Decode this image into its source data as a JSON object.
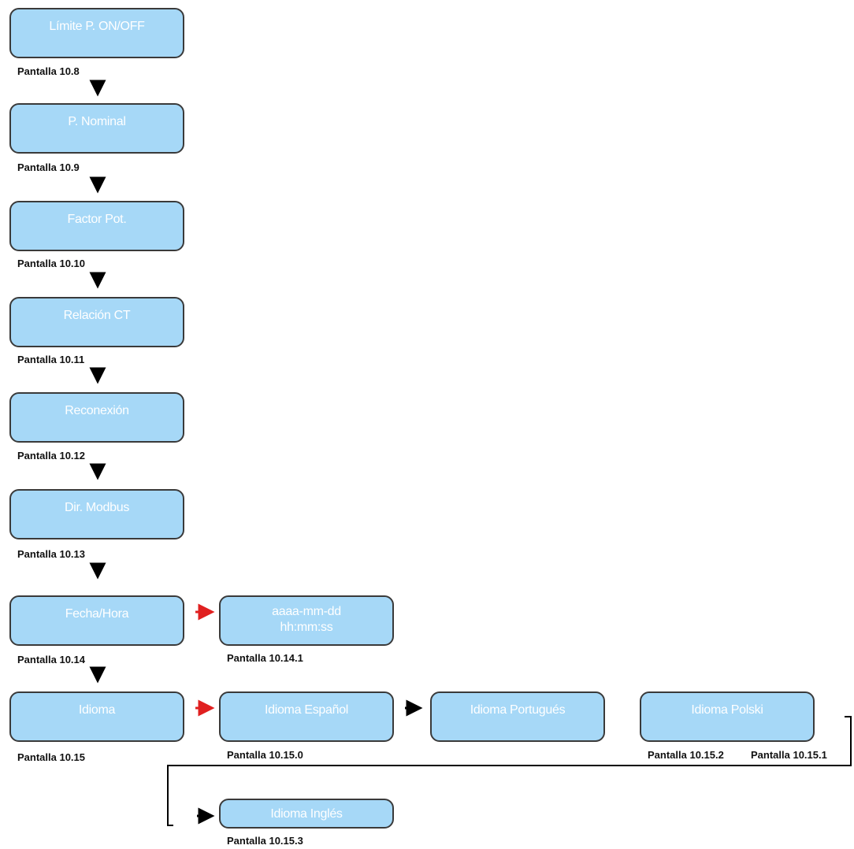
{
  "screens": {
    "limite": {
      "title": "Límite P. ON/OFF",
      "caption": "Pantalla 10.8"
    },
    "nominal": {
      "title": "P. Nominal",
      "caption": "Pantalla 10.9"
    },
    "factor": {
      "title": "Factor Pot.",
      "caption": "Pantalla 10.10"
    },
    "relacion": {
      "title": "Relación CT",
      "caption": "Pantalla 10.11"
    },
    "reconexion": {
      "title": "Reconexión",
      "caption": "Pantalla 10.12"
    },
    "modbus": {
      "title": "Dir. Modbus",
      "caption": "Pantalla 10.13"
    },
    "fecha": {
      "title": "Fecha/Hora",
      "caption": "Pantalla 10.14"
    },
    "fecha_edit": {
      "line1": "aaaa-mm-dd",
      "line2": "hh:mm:ss",
      "caption": "Pantalla 10.14.1"
    },
    "idioma": {
      "title": "Idioma",
      "caption": "Pantalla 10.15"
    },
    "espanol": {
      "title": "Idioma Español",
      "caption": "Pantalla 10.15.0"
    },
    "portugues": {
      "title": "Idioma Portugués",
      "caption": "Pantalla 10.15.1"
    },
    "polski": {
      "title": "Idioma Polski",
      "caption": "Pantalla 10.15.2"
    },
    "ingles": {
      "title": "Idioma Inglés",
      "caption": "Pantalla 10.15.3"
    }
  },
  "colors": {
    "box_fill": "#a6d8f7",
    "box_border": "#3a3a3a",
    "box_text": "#ffffff",
    "arrow_red": "#e02020",
    "arrow_black": "#000000"
  }
}
